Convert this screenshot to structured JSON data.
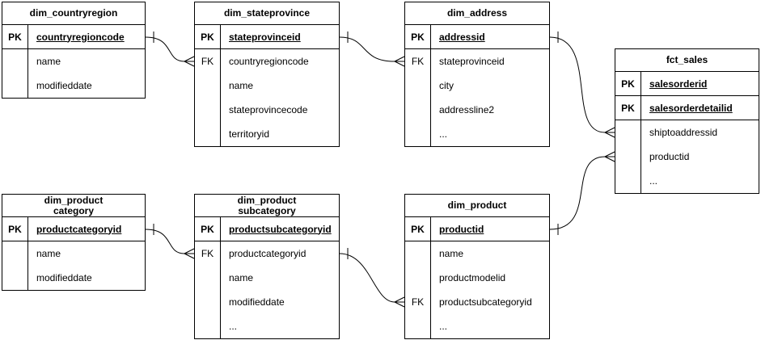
{
  "entities": [
    {
      "title": "dim_countryregion",
      "pk_rows": [
        {
          "key": "PK",
          "field": "countryregioncode"
        }
      ],
      "body_rows": [
        {
          "key": "",
          "field": "name"
        },
        {
          "key": "",
          "field": "modifieddate"
        }
      ]
    },
    {
      "title": "dim_stateprovince",
      "pk_rows": [
        {
          "key": "PK",
          "field": "stateprovinceid"
        }
      ],
      "body_rows": [
        {
          "key": "FK",
          "field": "countryregioncode"
        },
        {
          "key": "",
          "field": "name"
        },
        {
          "key": "",
          "field": "stateprovincecode"
        },
        {
          "key": "",
          "field": "territoryid"
        }
      ]
    },
    {
      "title": "dim_address",
      "pk_rows": [
        {
          "key": "PK",
          "field": "addressid"
        }
      ],
      "body_rows": [
        {
          "key": "FK",
          "field": "stateprovinceid"
        },
        {
          "key": "",
          "field": "city"
        },
        {
          "key": "",
          "field": "addressline2"
        },
        {
          "key": "",
          "field": "..."
        }
      ]
    },
    {
      "title": "fct_sales",
      "pk_rows": [
        {
          "key": "PK",
          "field": "salesorderid"
        },
        {
          "key": "PK",
          "field": "salesorderdetailid"
        }
      ],
      "body_rows": [
        {
          "key": "",
          "field": "shiptoaddressid"
        },
        {
          "key": "",
          "field": "productid"
        },
        {
          "key": "",
          "field": "..."
        }
      ]
    },
    {
      "title": "dim_product\ncategory",
      "pk_rows": [
        {
          "key": "PK",
          "field": "productcategoryid"
        }
      ],
      "body_rows": [
        {
          "key": "",
          "field": "name"
        },
        {
          "key": "",
          "field": "modifieddate"
        }
      ]
    },
    {
      "title": "dim_product\nsubcategory",
      "pk_rows": [
        {
          "key": "PK",
          "field": "productsubcategoryid"
        }
      ],
      "body_rows": [
        {
          "key": "FK",
          "field": "productcategoryid"
        },
        {
          "key": "",
          "field": "name"
        },
        {
          "key": "",
          "field": "modifieddate"
        },
        {
          "key": "",
          "field": "..."
        }
      ]
    },
    {
      "title": "dim_product",
      "pk_rows": [
        {
          "key": "PK",
          "field": "productid"
        }
      ],
      "body_rows": [
        {
          "key": "",
          "field": "name"
        },
        {
          "key": "",
          "field": "productmodelid"
        },
        {
          "key": "FK",
          "field": "productsubcategoryid"
        },
        {
          "key": "",
          "field": "..."
        }
      ]
    }
  ],
  "relationships": [
    {
      "from_table": "dim_countryregion",
      "from_field": "countryregioncode",
      "to_table": "dim_stateprovince",
      "to_field": "countryregioncode",
      "type": "one-to-many"
    },
    {
      "from_table": "dim_stateprovince",
      "from_field": "stateprovinceid",
      "to_table": "dim_address",
      "to_field": "stateprovinceid",
      "type": "one-to-many"
    },
    {
      "from_table": "dim_address",
      "from_field": "addressid",
      "to_table": "fct_sales",
      "to_field": "shiptoaddressid",
      "type": "one-to-many"
    },
    {
      "from_table": "dim_product",
      "from_field": "productid",
      "to_table": "fct_sales",
      "to_field": "productid",
      "type": "one-to-many"
    },
    {
      "from_table": "dim_product category",
      "from_field": "productcategoryid",
      "to_table": "dim_product subcategory",
      "to_field": "productcategoryid",
      "type": "one-to-many"
    },
    {
      "from_table": "dim_product subcategory",
      "from_field": "productsubcategoryid",
      "to_table": "dim_product",
      "to_field": "productsubcategoryid",
      "type": "one-to-many"
    }
  ],
  "colors": {
    "background": "#ffffff",
    "entity_fill": "#ffffff",
    "line": "#000000",
    "text": "#000000"
  }
}
